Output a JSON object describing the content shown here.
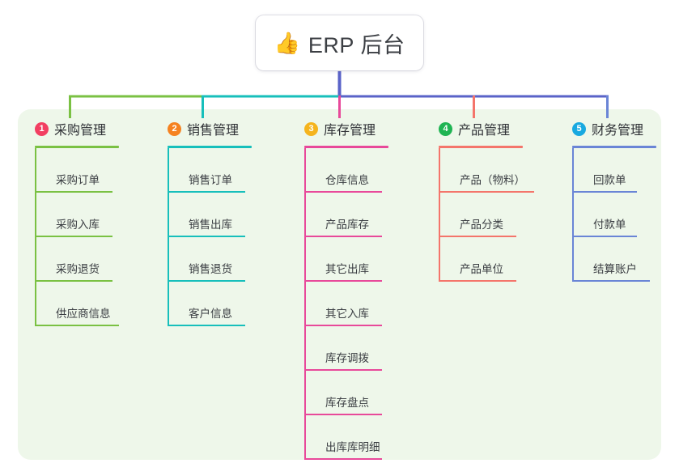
{
  "diagram": {
    "type": "mind-map",
    "root": {
      "icon": "thumbs-up-icon",
      "icon_glyph": "👍",
      "title": "ERP 后台"
    },
    "panel_color": "#eef7ea",
    "branches": [
      {
        "number": "1",
        "badge_color": "#f23f62",
        "line_color": "#7ac143",
        "title": "采购管理",
        "items": [
          "采购订单",
          "采购入库",
          "采购退货",
          "供应商信息"
        ]
      },
      {
        "number": "2",
        "badge_color": "#f58220",
        "line_color": "#17bfbb",
        "title": "销售管理",
        "items": [
          "销售订单",
          "销售出库",
          "销售退货",
          "客户信息"
        ]
      },
      {
        "number": "3",
        "badge_color": "#f5b41d",
        "line_color": "#e8499a",
        "title": "库存管理",
        "items": [
          "仓库信息",
          "产品库存",
          "其它出库",
          "其它入库",
          "库存调拨",
          "库存盘点",
          "出库库明细"
        ]
      },
      {
        "number": "4",
        "badge_color": "#1fb453",
        "line_color": "#f4756b",
        "title": "产品管理",
        "items": [
          "产品（物料）",
          "产品分类",
          "产品单位"
        ]
      },
      {
        "number": "5",
        "badge_color": "#18a9e0",
        "line_color": "#6a85d6",
        "title": "财务管理",
        "items": [
          "回款单",
          "付款单",
          "结算账户"
        ]
      }
    ],
    "connectors": {
      "stem_color": "#5a63c8",
      "bus_left_color": "#7ac143",
      "bus_mid_color": "#17bfbb",
      "bus_right_color": "#5a63c8"
    }
  }
}
